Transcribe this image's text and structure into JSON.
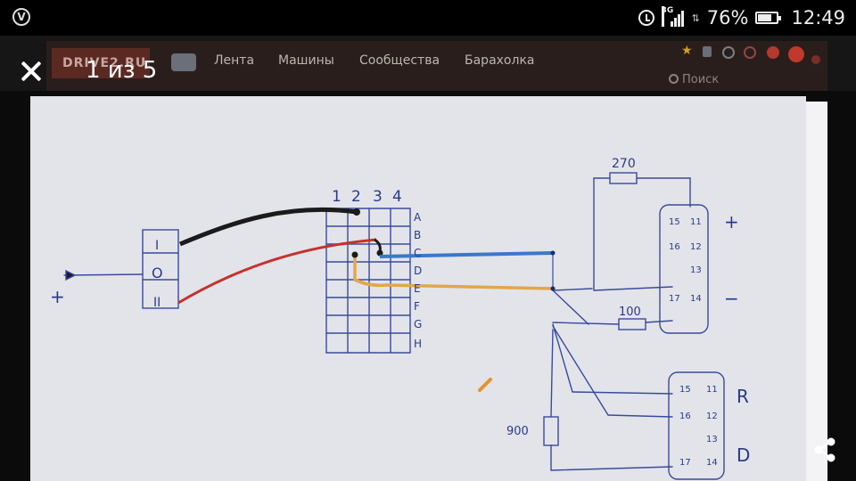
{
  "status_bar": {
    "network_type": "3G",
    "battery_percent": "76%",
    "battery_level": 0.76,
    "time": "12:49",
    "icons": [
      "vk-notification-icon",
      "alarm-icon",
      "signal-icon",
      "battery-icon"
    ]
  },
  "viewer": {
    "counter": "1 из 5",
    "close_icon": "close-icon",
    "share_icon": "share-icon"
  },
  "website": {
    "logo": "DRIVE2.RU",
    "nav": [
      "Лента",
      "Машины",
      "Сообщества",
      "Барахолка"
    ],
    "search_placeholder": "Поиск"
  },
  "drawing": {
    "connector_labels": [
      "I",
      "O",
      "II"
    ],
    "terminal_sign": "+",
    "grid_columns": [
      "1",
      "2",
      "3",
      "4"
    ],
    "grid_rows": [
      "A",
      "B",
      "C",
      "D",
      "E",
      "F",
      "G",
      "H"
    ],
    "resistors": [
      "270",
      "100",
      "900"
    ],
    "upper_block_pins": [
      "15",
      "11",
      "16",
      "12",
      "13",
      "17",
      "14"
    ],
    "lower_block_pins": [
      "15",
      "11",
      "16",
      "12",
      "13",
      "17",
      "14"
    ],
    "upper_block_signs": [
      "+",
      "−"
    ],
    "lower_block_labels": [
      "R",
      "D"
    ],
    "wire_colors": {
      "black": "#1b1b1b",
      "red": "#c8302c",
      "blue": "#3b78c8",
      "orange": "#e2a64a",
      "pen": "#3a4a9a"
    }
  }
}
